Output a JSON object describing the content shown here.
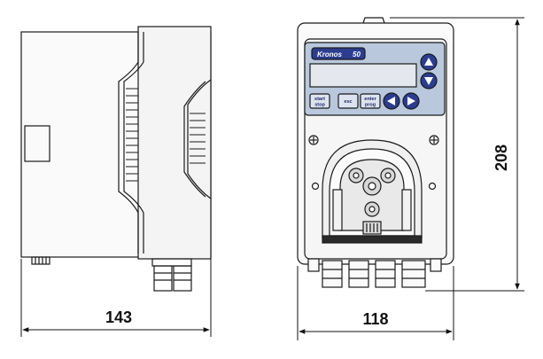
{
  "dimensions": {
    "depth": "143",
    "width": "118",
    "height": "208"
  },
  "panel": {
    "brand": "Kronos",
    "model": "50",
    "buttons": {
      "start_stop": [
        "start",
        "stop"
      ],
      "esc": "esc",
      "enter_prog": [
        "enter",
        "prog"
      ]
    },
    "arrows": [
      "arrow-up",
      "arrow-down",
      "arrow-left",
      "arrow-right"
    ]
  },
  "colors": {
    "panel_fill": "#b9c8dc",
    "display_fill": "#e4e8ee",
    "accent_blue": "#2a3d8f",
    "line": "#1a1a1a"
  }
}
